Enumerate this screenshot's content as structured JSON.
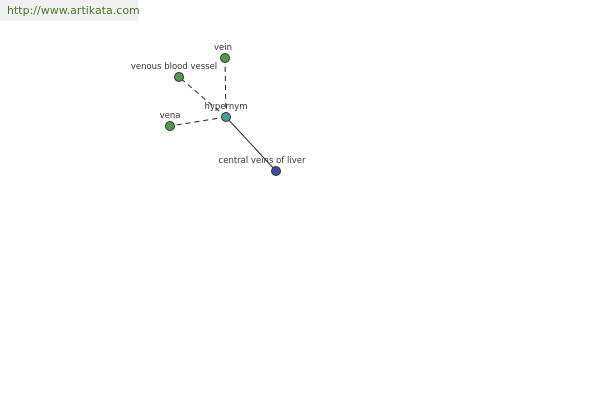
{
  "watermark": "http://www.artikata.com",
  "graph": {
    "center": {
      "label": "hypernym",
      "color": "#4a9a9a"
    },
    "nodes": [
      {
        "id": "vein",
        "label": "vein",
        "color": "#4f9a4f",
        "edge": "dashed"
      },
      {
        "id": "venous-blood-vessel",
        "label": "venous blood vessel",
        "color": "#4f9a4f",
        "edge": "dashed"
      },
      {
        "id": "vena",
        "label": "vena",
        "color": "#4f9a4f",
        "edge": "dashed"
      },
      {
        "id": "central-veins-of-liver",
        "label": "central veins of liver",
        "color": "#3d4fa0",
        "edge": "solid"
      }
    ]
  }
}
